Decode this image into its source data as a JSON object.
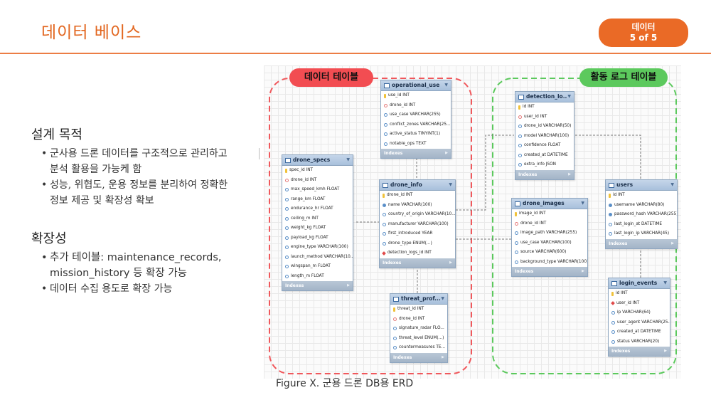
{
  "header": {
    "title": "데이터 베이스",
    "badge_line1": "데이터",
    "badge_line2": "5 of 5"
  },
  "left": {
    "section1_title": "설계 목적",
    "section1_bullets": [
      "군사용 드론 데이터를 구조적으로 관리하고 분석 활용을 가능케 함",
      "성능, 위협도, 운용 정보를 분리하여 정확한 정보 제공 및 확장성 확보"
    ],
    "section2_title": "확장성",
    "section2_bullets": [
      "추가 테이블: maintenance_records, mission_history 등 확장 가능",
      "데이터 수집 용도로 확장 가능"
    ]
  },
  "erd": {
    "group_red_label": "데이터 테이블",
    "group_green_label": "활동 로그 테이블",
    "indexes_label": "Indexes",
    "tables": [
      {
        "id": "operational_use",
        "name": "operational_use",
        "columns": [
          {
            "icon": "pk",
            "text": "use_id INT"
          },
          {
            "icon": "fkopt",
            "text": "drone_id INT"
          },
          {
            "icon": "opt",
            "text": "use_case VARCHAR(255)"
          },
          {
            "icon": "opt",
            "text": "conflict_zones VARCHAR(25..."
          },
          {
            "icon": "opt",
            "text": "active_status TINYINT(1)"
          },
          {
            "icon": "opt",
            "text": "notable_ops TEXT"
          }
        ]
      },
      {
        "id": "drone_specs",
        "name": "drone_specs",
        "columns": [
          {
            "icon": "pk",
            "text": "spec_id INT"
          },
          {
            "icon": "fkopt",
            "text": "drone_id INT"
          },
          {
            "icon": "opt",
            "text": "max_speed_kmh FLOAT"
          },
          {
            "icon": "opt",
            "text": "range_km FLOAT"
          },
          {
            "icon": "opt",
            "text": "endurance_hr FLOAT"
          },
          {
            "icon": "opt",
            "text": "ceiling_m INT"
          },
          {
            "icon": "opt",
            "text": "weight_kg FLOAT"
          },
          {
            "icon": "opt",
            "text": "payload_kg FLOAT"
          },
          {
            "icon": "opt",
            "text": "engine_type VARCHAR(100)"
          },
          {
            "icon": "opt",
            "text": "launch_method VARCHAR(10..."
          },
          {
            "icon": "opt",
            "text": "wingspan_m FLOAT"
          },
          {
            "icon": "opt",
            "text": "length_m FLOAT"
          }
        ]
      },
      {
        "id": "drone_info",
        "name": "drone_info",
        "columns": [
          {
            "icon": "pk",
            "text": "drone_id INT"
          },
          {
            "icon": "nn",
            "text": "name VARCHAR(100)"
          },
          {
            "icon": "opt",
            "text": "country_of_origin VARCHAR(10..."
          },
          {
            "icon": "opt",
            "text": "manufacturer VARCHAR(100)"
          },
          {
            "icon": "opt",
            "text": "first_introduced YEAR"
          },
          {
            "icon": "opt",
            "text": "drone_type ENUM(...)"
          },
          {
            "icon": "fk",
            "text": "detection_logs_id INT"
          }
        ]
      },
      {
        "id": "threat_profile",
        "name": "threat_prof...",
        "columns": [
          {
            "icon": "pk",
            "text": "threat_id INT"
          },
          {
            "icon": "fkopt",
            "text": "drone_id INT"
          },
          {
            "icon": "opt",
            "text": "signature_radar FLO..."
          },
          {
            "icon": "opt",
            "text": "threat_level ENUM(...)"
          },
          {
            "icon": "opt",
            "text": "countermeasures TE..."
          }
        ]
      },
      {
        "id": "detection_logs",
        "name": "detection_lo...",
        "columns": [
          {
            "icon": "pk",
            "text": "id INT"
          },
          {
            "icon": "fkopt",
            "text": "user_id INT"
          },
          {
            "icon": "opt",
            "text": "drone_id VARCHAR(50)"
          },
          {
            "icon": "opt",
            "text": "model VARCHAR(100)"
          },
          {
            "icon": "opt",
            "text": "confidence FLOAT"
          },
          {
            "icon": "opt",
            "text": "created_at DATETIME"
          },
          {
            "icon": "opt",
            "text": "extra_info JSON"
          }
        ]
      },
      {
        "id": "drone_images",
        "name": "drone_images",
        "columns": [
          {
            "icon": "pk",
            "text": "image_id INT"
          },
          {
            "icon": "fkopt",
            "text": "drone_id INT"
          },
          {
            "icon": "opt",
            "text": "image_path VARCHAR(255)"
          },
          {
            "icon": "opt",
            "text": "use_case VARCHAR(100)"
          },
          {
            "icon": "opt",
            "text": "source VARCHAR(600)"
          },
          {
            "icon": "opt",
            "text": "background_type VARCHAR(100)"
          }
        ]
      },
      {
        "id": "users",
        "name": "users",
        "columns": [
          {
            "icon": "pk",
            "text": "id INT"
          },
          {
            "icon": "nn",
            "text": "username VARCHAR(80)"
          },
          {
            "icon": "nn",
            "text": "password_hash VARCHAR(255)"
          },
          {
            "icon": "opt",
            "text": "last_login_at DATETIME"
          },
          {
            "icon": "opt",
            "text": "last_login_ip VARCHAR(45)"
          }
        ]
      },
      {
        "id": "login_events",
        "name": "login_events",
        "columns": [
          {
            "icon": "pk",
            "text": "id INT"
          },
          {
            "icon": "fk",
            "text": "user_id INT"
          },
          {
            "icon": "opt",
            "text": "ip VARCHAR(64)"
          },
          {
            "icon": "opt",
            "text": "user_agent VARCHAR(25..."
          },
          {
            "icon": "opt",
            "text": "created_at DATETIME"
          },
          {
            "icon": "opt",
            "text": "status VARCHAR(20)"
          }
        ]
      }
    ]
  },
  "caption": "Figure X. 군용 드론 DB용 ERD",
  "colors": {
    "accent": "#e2661f",
    "badge": "#ea6a26",
    "group_red": "#f24d52",
    "group_green": "#5cc95d"
  }
}
